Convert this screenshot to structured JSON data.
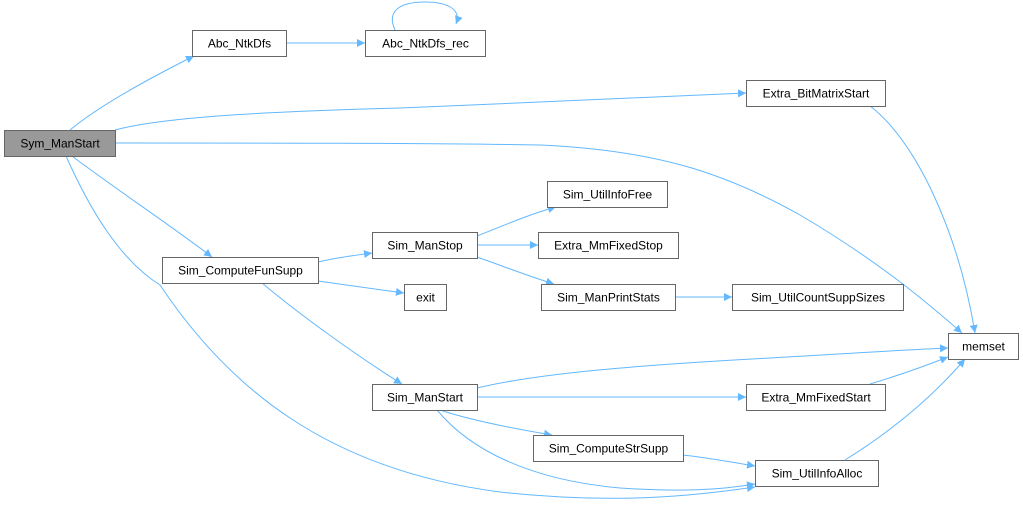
{
  "graph": {
    "root": "Sym_ManStart",
    "colors": {
      "edge": "#63b8ff",
      "node_border": "#666666",
      "root_fill": "#999999",
      "node_fill": "#ffffff"
    },
    "nodes": [
      {
        "id": "n0",
        "label": "Sym_ManStart"
      },
      {
        "id": "n1",
        "label": "Abc_NtkDfs"
      },
      {
        "id": "n2",
        "label": "Abc_NtkDfs_rec"
      },
      {
        "id": "n3",
        "label": "Extra_BitMatrixStart"
      },
      {
        "id": "n4",
        "label": "memset"
      },
      {
        "id": "n5",
        "label": "Sim_ComputeFunSupp"
      },
      {
        "id": "n6",
        "label": "Sim_ManStop"
      },
      {
        "id": "n7",
        "label": "exit"
      },
      {
        "id": "n8",
        "label": "Sim_ManStart"
      },
      {
        "id": "n9",
        "label": "Sim_UtilInfoFree"
      },
      {
        "id": "n10",
        "label": "Extra_MmFixedStop"
      },
      {
        "id": "n11",
        "label": "Sim_ManPrintStats"
      },
      {
        "id": "n12",
        "label": "Sim_UtilCountSuppSizes"
      },
      {
        "id": "n13",
        "label": "Extra_MmFixedStart"
      },
      {
        "id": "n14",
        "label": "Sim_ComputeStrSupp"
      },
      {
        "id": "n15",
        "label": "Sim_UtilInfoAlloc"
      }
    ],
    "edges": [
      [
        "n0",
        "n1"
      ],
      [
        "n1",
        "n2"
      ],
      [
        "n2",
        "n2"
      ],
      [
        "n0",
        "n3"
      ],
      [
        "n3",
        "n4"
      ],
      [
        "n0",
        "n4"
      ],
      [
        "n0",
        "n5"
      ],
      [
        "n0",
        "n15"
      ],
      [
        "n5",
        "n6"
      ],
      [
        "n5",
        "n7"
      ],
      [
        "n5",
        "n8"
      ],
      [
        "n6",
        "n9"
      ],
      [
        "n6",
        "n10"
      ],
      [
        "n6",
        "n11"
      ],
      [
        "n11",
        "n12"
      ],
      [
        "n8",
        "n4"
      ],
      [
        "n8",
        "n13"
      ],
      [
        "n8",
        "n14"
      ],
      [
        "n8",
        "n15"
      ],
      [
        "n13",
        "n4"
      ],
      [
        "n14",
        "n15"
      ],
      [
        "n15",
        "n4"
      ]
    ]
  }
}
